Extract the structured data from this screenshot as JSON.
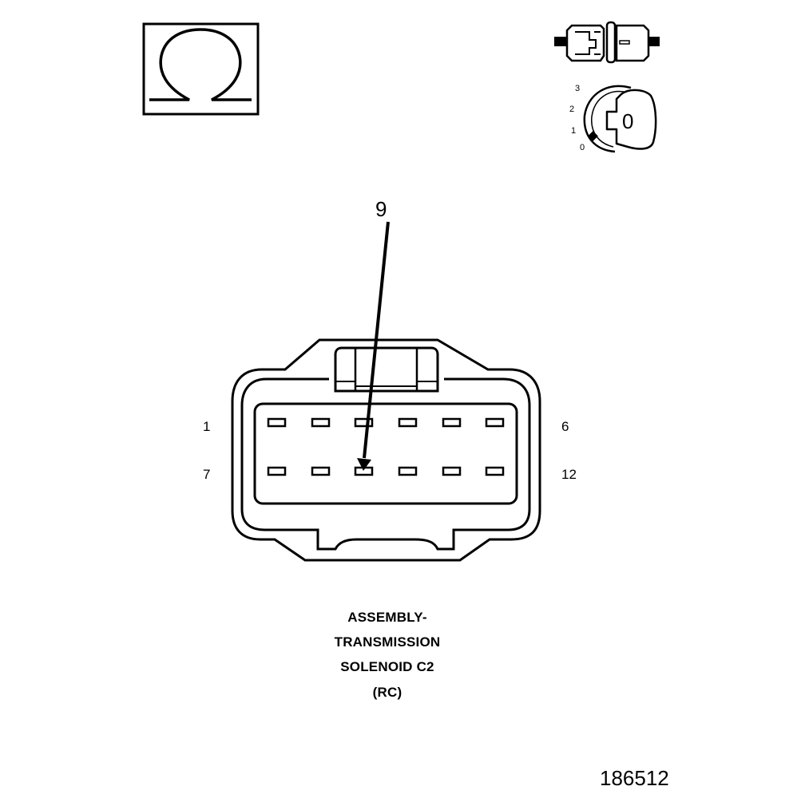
{
  "icons": {
    "ohm": "ohm-meter-icon",
    "backprobe": "back-probe-icon",
    "ignition": "ignition-key-icon"
  },
  "ignition": {
    "positions": [
      "3",
      "2",
      "1",
      "0"
    ],
    "key_label": "0"
  },
  "callout": {
    "number": "9"
  },
  "connector": {
    "pin_labels": {
      "top_left": "1",
      "top_right": "6",
      "bottom_left": "7",
      "bottom_right": "12"
    },
    "title_lines": [
      "ASSEMBLY-",
      "TRANSMISSION",
      "SOLENOID C2",
      "(RC)"
    ]
  },
  "figure": {
    "id": "186512"
  }
}
